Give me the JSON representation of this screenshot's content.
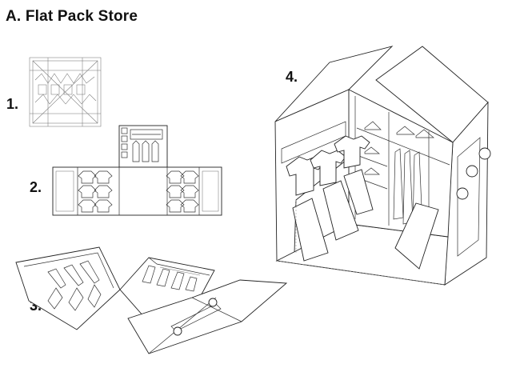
{
  "title": "A. Flat Pack Store",
  "steps": [
    {
      "label": "1."
    },
    {
      "label": "2."
    },
    {
      "label": "3."
    },
    {
      "label": "4."
    }
  ]
}
